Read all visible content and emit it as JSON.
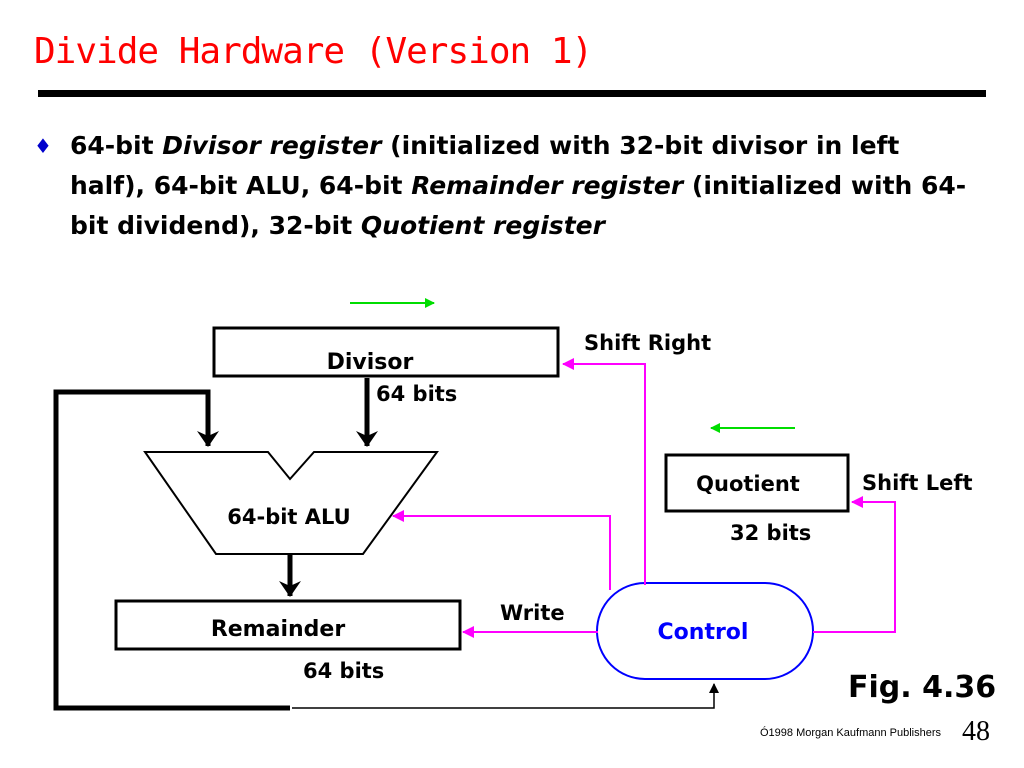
{
  "slide": {
    "title": "Divide Hardware (Version 1)",
    "bullet": {
      "t1": "64-bit ",
      "i1": "Divisor register",
      "t2": " (initialized with 32-bit divisor in left half), 64-bit ALU, 64-bit ",
      "i2": "Remainder register",
      "t3": " (initialized with 64-bit dividend), 32-bit ",
      "i3": "Quotient register"
    },
    "figure_label": "Fig. 4.36",
    "copyright": "Ó1998 Morgan Kaufmann Publishers",
    "page_number": "48"
  },
  "diagram": {
    "divisor": "Divisor",
    "divisor_bits": "64 bits",
    "alu": "64-bit ALU",
    "remainder": "Remainder",
    "remainder_bits": "64 bits",
    "quotient": "Quotient",
    "quotient_bits": "32 bits",
    "control": "Control",
    "shift_right": "Shift Right",
    "shift_left": "Shift Left",
    "write": "Write"
  },
  "colors": {
    "title": "#ff0000",
    "control_line": "#ff00ff",
    "shift_arrow": "#00dd00",
    "control_text": "#0000ff"
  }
}
